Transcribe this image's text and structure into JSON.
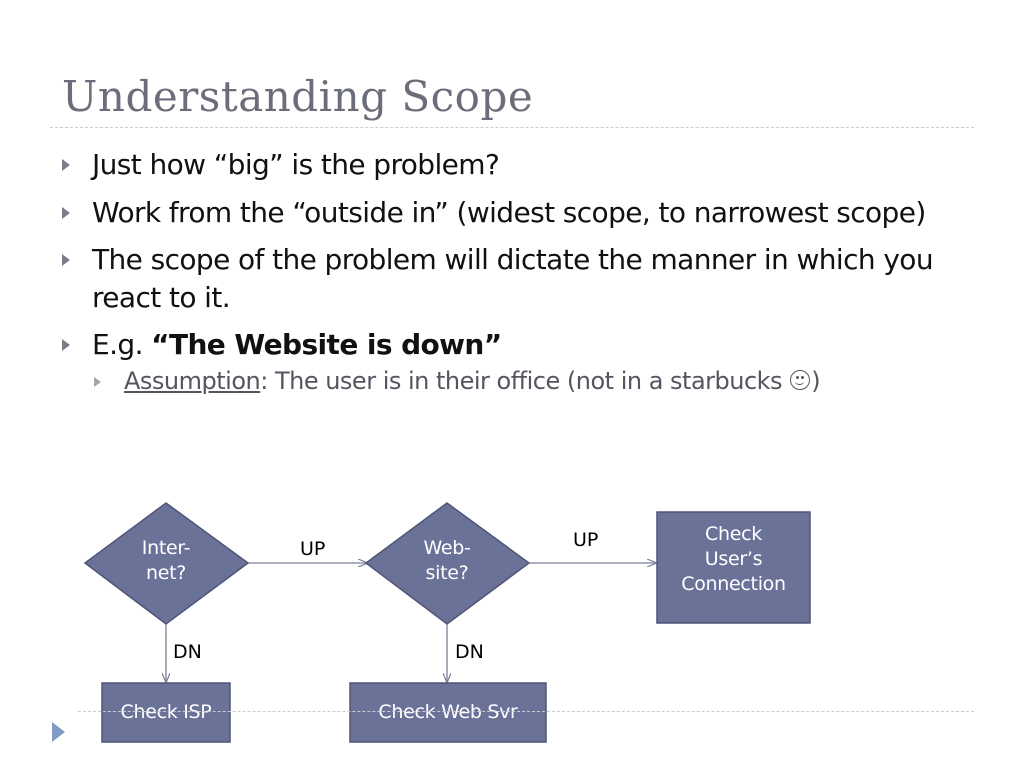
{
  "slide": {
    "title": "Understanding Scope",
    "bullets": [
      "Just how “big” is the problem?",
      "Work from the “outside in” (widest scope, to narrowest scope)",
      "The scope of the problem will dictate the manner in which you react to it.",
      "E.g. "
    ],
    "bullet4_bold": "“The Website is down”",
    "sub_bullet": {
      "label": "Assumption",
      "text": ": The user is in their office (not in a starbucks ",
      "icon": "smiley-icon",
      "close": ")"
    }
  },
  "flowchart": {
    "node_color": "#6b7298",
    "node_border": "#4f5578",
    "nodes": {
      "internet": "Inter-\nnet?",
      "website": "Web-\nsite?",
      "check_user": "Check\nUser’s\nConnection",
      "check_isp": "Check ISP",
      "check_web_svr": "Check Web Svr"
    },
    "edges": {
      "internet_up": "UP",
      "website_up": "UP",
      "internet_dn": "DN",
      "website_dn": "DN"
    }
  }
}
